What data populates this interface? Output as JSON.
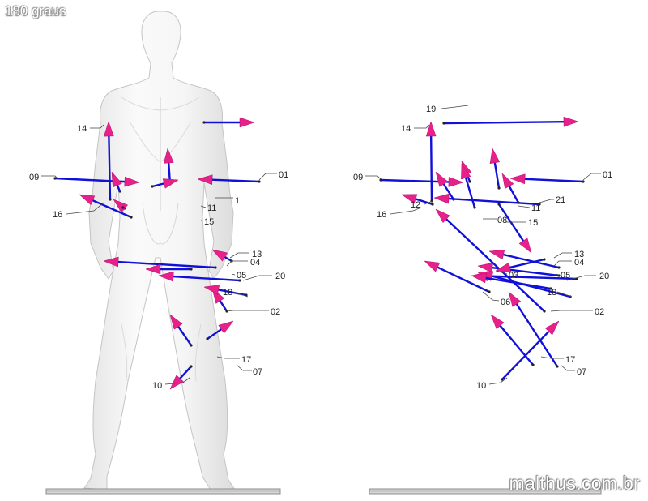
{
  "title": "180 graus",
  "watermark": "malthus.com.br",
  "colors": {
    "vector": "#1010d8",
    "arrowhead": "#e8208a",
    "figure_fill": "#f2f2f2",
    "figure_edge": "#c9c9c9",
    "base": "#9a9a9a"
  },
  "left_panel": {
    "figure": "human-back-view",
    "labels": [
      "01",
      "02",
      "04",
      "05",
      "07",
      "09",
      "10",
      "11",
      "13",
      "14",
      "15",
      "16",
      "17",
      "18",
      "20",
      "1"
    ]
  },
  "right_panel": {
    "figure": "none",
    "labels": [
      "01",
      "02",
      "03",
      "04",
      "05",
      "06",
      "07",
      "08",
      "09",
      "10",
      "11",
      "12",
      "13",
      "14",
      "15",
      "16",
      "17",
      "18",
      "19",
      "20",
      "21"
    ]
  }
}
